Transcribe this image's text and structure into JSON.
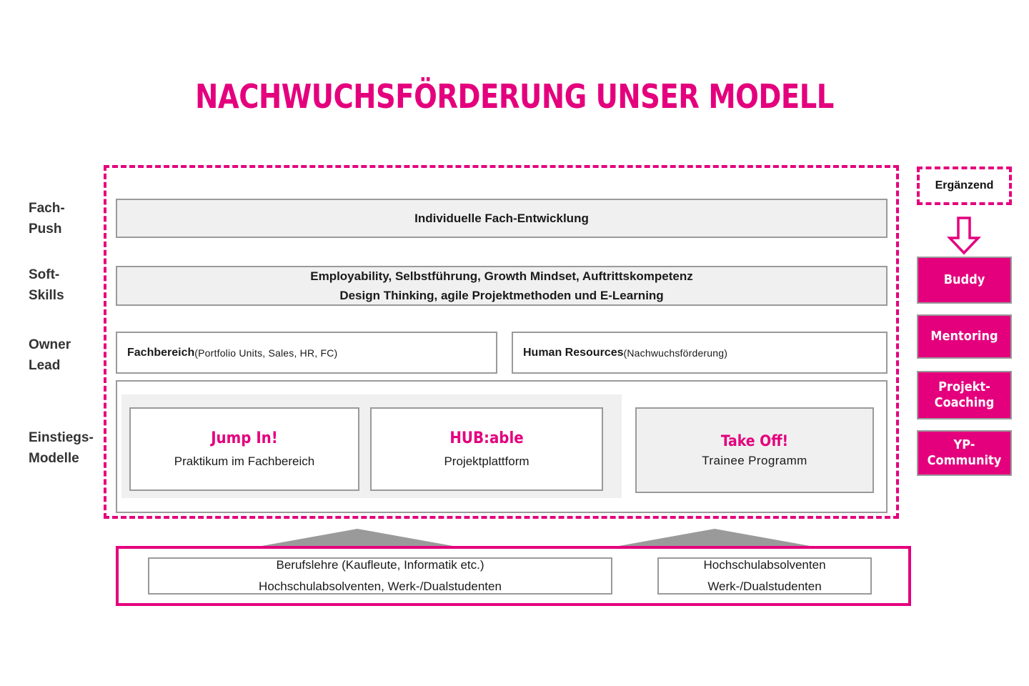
{
  "title": "NACHWUCHSFÖRDERUNG UNSER MODELL",
  "colors": {
    "magenta": "#E4007D",
    "grey_border": "#9A9A9A",
    "grey_fill": "#F0F0F0",
    "text": "#1a1a1a"
  },
  "row_labels": [
    {
      "line1": "Fach-",
      "line2": "Push"
    },
    {
      "line1": "Soft-",
      "line2": "Skills"
    },
    {
      "line1": "Owner",
      "line2": "Lead"
    },
    {
      "line1": "Einstiegs-",
      "line2": "Modelle"
    }
  ],
  "rows": {
    "fach_push": {
      "text": "Individuelle Fach-Entwicklung"
    },
    "soft_skills": {
      "line1": "Employability, Selbstführung, Growth Mindset, Auftrittskompetenz",
      "line2": "Design Thinking, agile Projektmethoden und E-Learning"
    },
    "owner_lead": {
      "left": {
        "strong": "Fachbereich",
        "sub": "(Portfolio Units, Sales, HR, FC)"
      },
      "right": {
        "strong": "Human Resources",
        "sub": "(Nachwuchsförderung)"
      }
    },
    "einstiegs_modelle": {
      "cards": [
        {
          "title": "Jump In!",
          "subtitle": "Praktikum im Fachbereich"
        },
        {
          "title": "HUB:able",
          "subtitle": "Projektplattform"
        },
        {
          "title": "Take Off!",
          "subtitle": "Trainee Programm"
        }
      ]
    }
  },
  "sidebar": {
    "header": "Ergänzend",
    "items": [
      {
        "label": "Buddy"
      },
      {
        "label": "Mentoring"
      },
      {
        "label": "Projekt-\nCoaching",
        "line1": "Projekt-",
        "line2": "Coaching"
      },
      {
        "label": "YP-\nCommunity",
        "line1": "YP-",
        "line2": "Community"
      }
    ]
  },
  "bottom": {
    "left": {
      "line1": "Berufslehre (Kaufleute, Informatik etc.)",
      "line2": "Hochschulabsolventen, Werk-/Dualstudenten"
    },
    "right": {
      "line1": "Hochschulabsolventen",
      "line2": "Werk-/Dualstudenten"
    }
  }
}
